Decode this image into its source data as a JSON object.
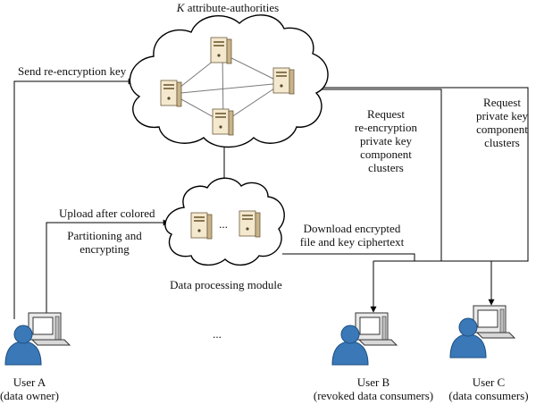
{
  "diagram": {
    "title_k": "K",
    "title_rest": " attribute-authorities",
    "send_key": "Send re-encryption key",
    "request_reenc": [
      "Request",
      "re-encryption",
      "private key",
      "component",
      "clusters"
    ],
    "request_priv": [
      "Request",
      "private key",
      "component",
      "clusters"
    ],
    "upload": "Upload after colored",
    "partitioning": [
      "Partitioning and",
      "encrypting"
    ],
    "cloud_ellipsis": "...",
    "download": [
      "Download encrypted",
      "file and key ciphertext"
    ],
    "module_label": "Data processing module",
    "users_ellipsis": "...",
    "user_a": [
      "User A",
      "(data owner)"
    ],
    "user_b": [
      "User B",
      "(revoked data consumers)"
    ],
    "user_c": [
      "User C",
      "(data consumers)"
    ]
  },
  "colors": {
    "line": "#000000",
    "server_body": "#f4e9cf",
    "server_shade": "#c9b48a",
    "user_blue": "#3a78b8",
    "monitor": "#e9e9e9"
  },
  "icons": [
    "server-icon",
    "user-computer-icon"
  ]
}
